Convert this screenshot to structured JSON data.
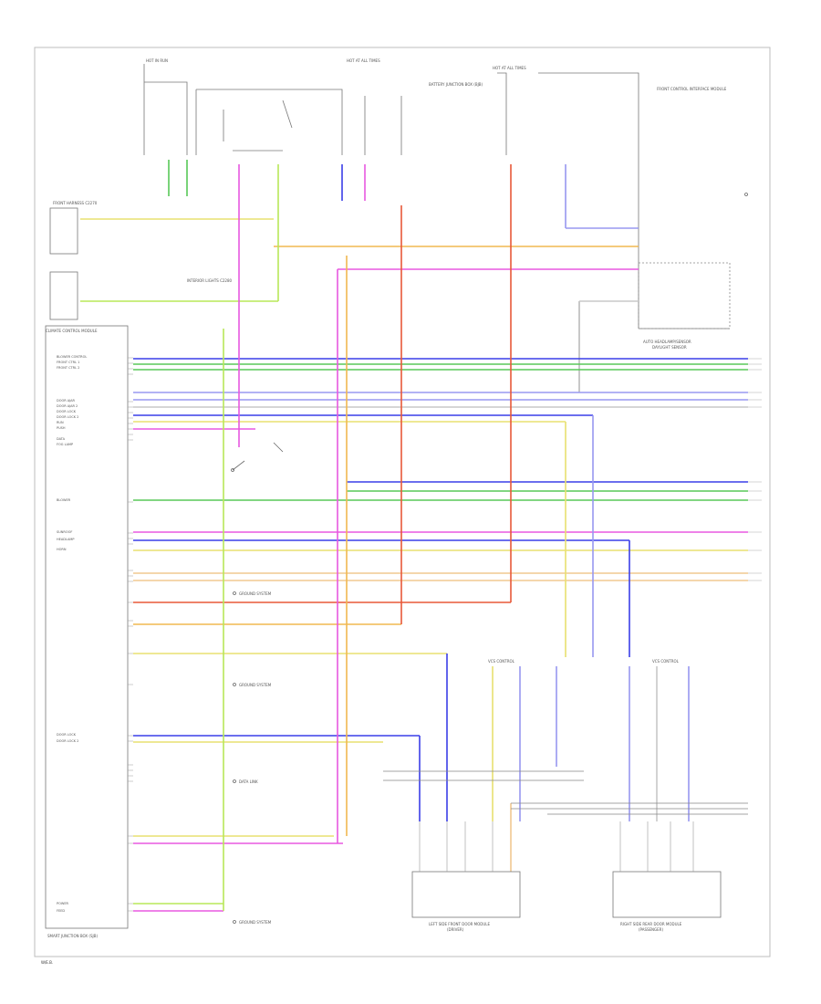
{
  "page_footer": "W/E.B.",
  "module_caption": "SMART JUNCTION BOX (SJB)",
  "left_connectors": {
    "front_harness_connector": "FRONT HARNESS C2270",
    "climate_module": "CLIMATE CONTROL MODULE",
    "interior_conn": "INTERIOR LIGHTS C2280"
  },
  "top_fuses": {
    "fuse_left": "HOT IN RUN",
    "fuse_mid": "HOT AT ALL TIMES",
    "fuse_right": "HOT AT ALL TIMES",
    "battery_junction": "BATTERY JUNCTION BOX (BJB)",
    "right_unit": "FRONT CONTROL INTERFACE MODULE"
  },
  "right_module": {
    "title": "AUTO HEADLAMP/SENSOR",
    "subtitle": "DAYLIGHT SENSOR"
  },
  "bottom_modules": {
    "left_title": "LEFT SIDE FRONT DOOR MODULE",
    "left_sub": "(DRIVER)",
    "right_title": "RIGHT SIDE REAR DOOR MODULE",
    "right_sub": "(PASSENGER)"
  },
  "shared_labels": {
    "splice_left": "VCS CONTROL",
    "splice_right": "VCS CONTROL"
  },
  "ground_notes": {
    "note_1": "GROUND SYSTEM",
    "note_2": "GROUND SYSTEM",
    "note_3": "DATA LINK",
    "note_4": "GROUND SYSTEM"
  },
  "colors": {
    "yellow": "#e8e070",
    "blue": "#3a3ee8",
    "green": "#58c858",
    "magenta": "#e858e0",
    "red": "#e85838",
    "orange": "#f0b850",
    "light_blue": "#9898f0",
    "lime": "#b8e858",
    "grey": "#c8c8c8",
    "dark_line": "#555555"
  },
  "pins_left": [
    "BLOWER CONTROL",
    "FRONT CTRL 1",
    "FRONT CTRL 2",
    "",
    "",
    "DOOR AJAR",
    "DOOR AJAR 2",
    "DOOR LOCK",
    "DOOR LOCK 2",
    "RUN",
    "PUSH",
    "",
    "",
    "DATA",
    "FOG LAMP",
    "",
    "",
    "",
    "",
    "BLOWER",
    "",
    "",
    "",
    "SUNROOF",
    "HEADLAMP",
    "HORN",
    "",
    "",
    "",
    "",
    "",
    "",
    "",
    "",
    "",
    "",
    "",
    "",
    "DOOR LOCK",
    "DOOR LOCK 2",
    "",
    "",
    "",
    "",
    "",
    "",
    "",
    "",
    "",
    "",
    "POWER",
    "FEED"
  ]
}
